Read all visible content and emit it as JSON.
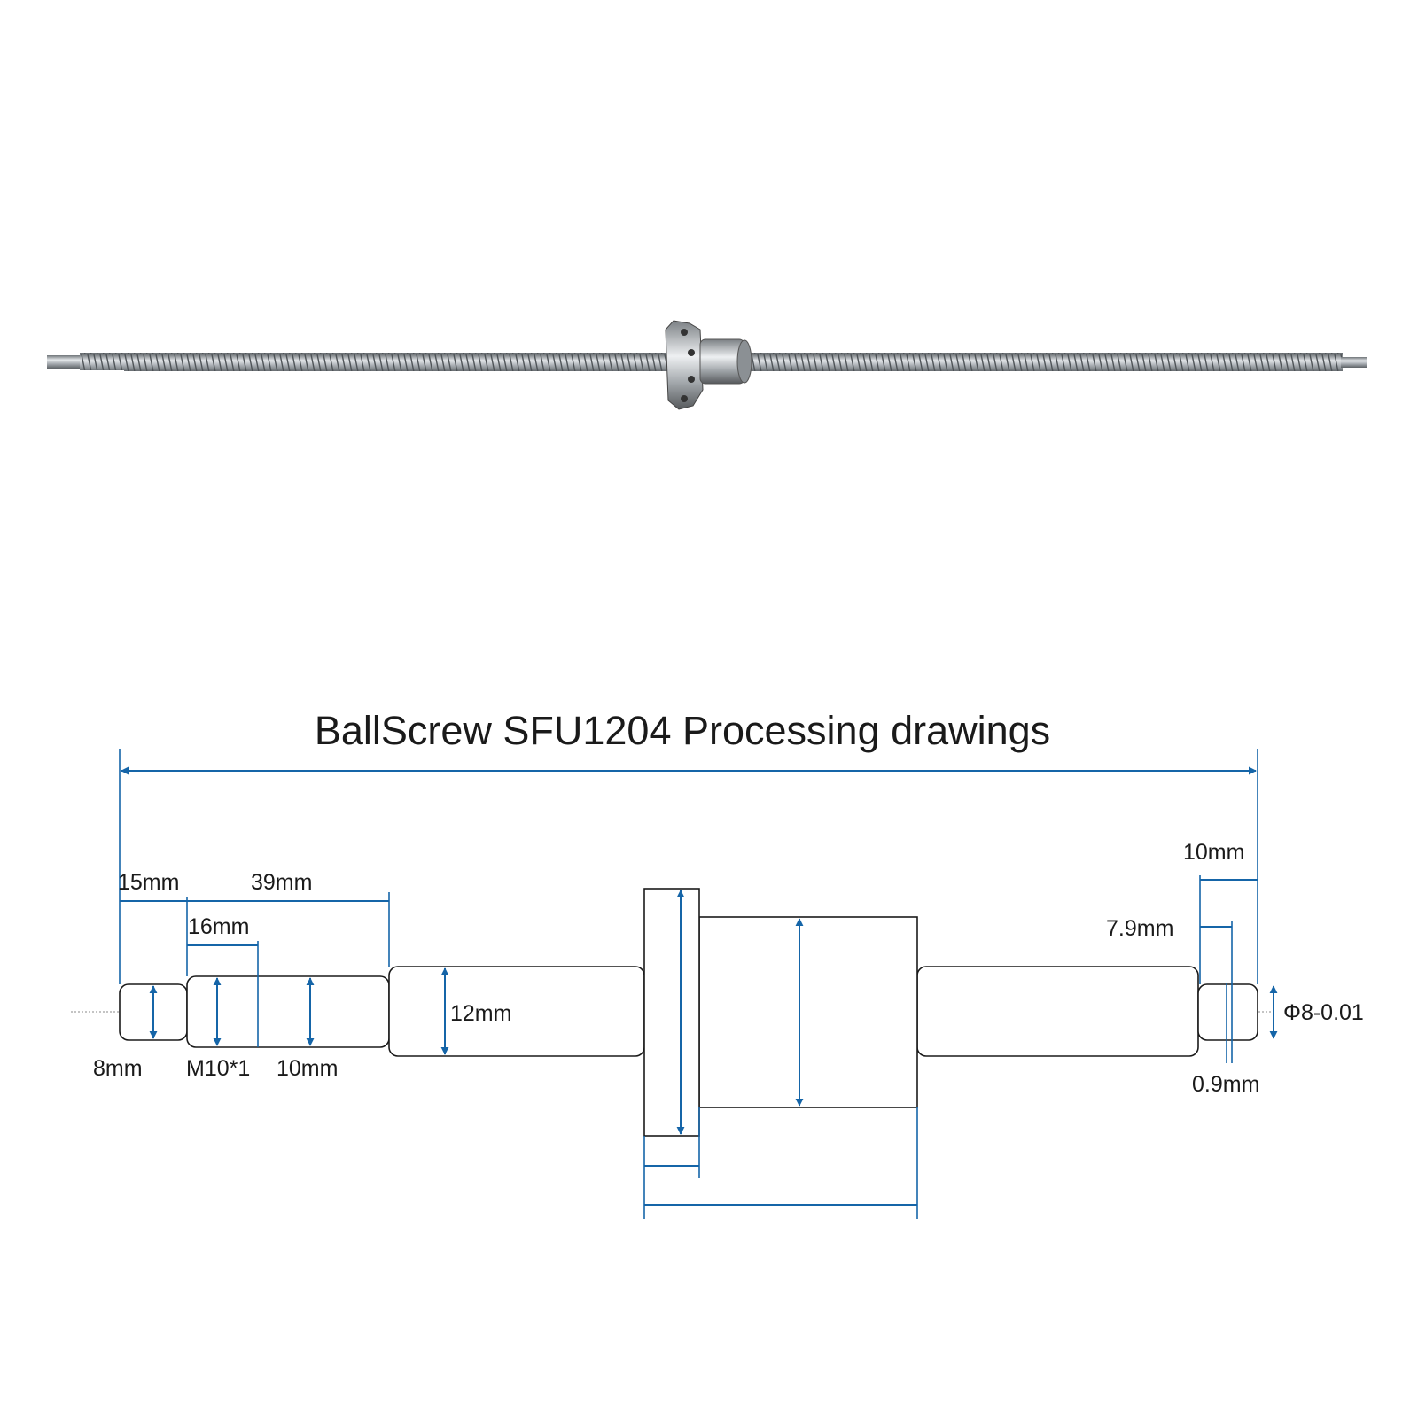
{
  "title": "BallScrew SFU1204 Processing drawings",
  "colors": {
    "dimension": "#1565a8",
    "outline": "#1a1a1a",
    "shaft_metal": "#b8bcc0"
  },
  "dimensions": {
    "end_length": "15mm",
    "thread_section_length": "39mm",
    "thread_length": "16mm",
    "right_end_length": "10mm",
    "groove_position": "7.9mm",
    "end_diameter": "8mm",
    "thread_spec": "M10*1",
    "step_diameter": "10mm",
    "shaft_diameter": "12mm",
    "right_diameter": "Φ8-0.01",
    "groove_width": "0.9mm"
  }
}
